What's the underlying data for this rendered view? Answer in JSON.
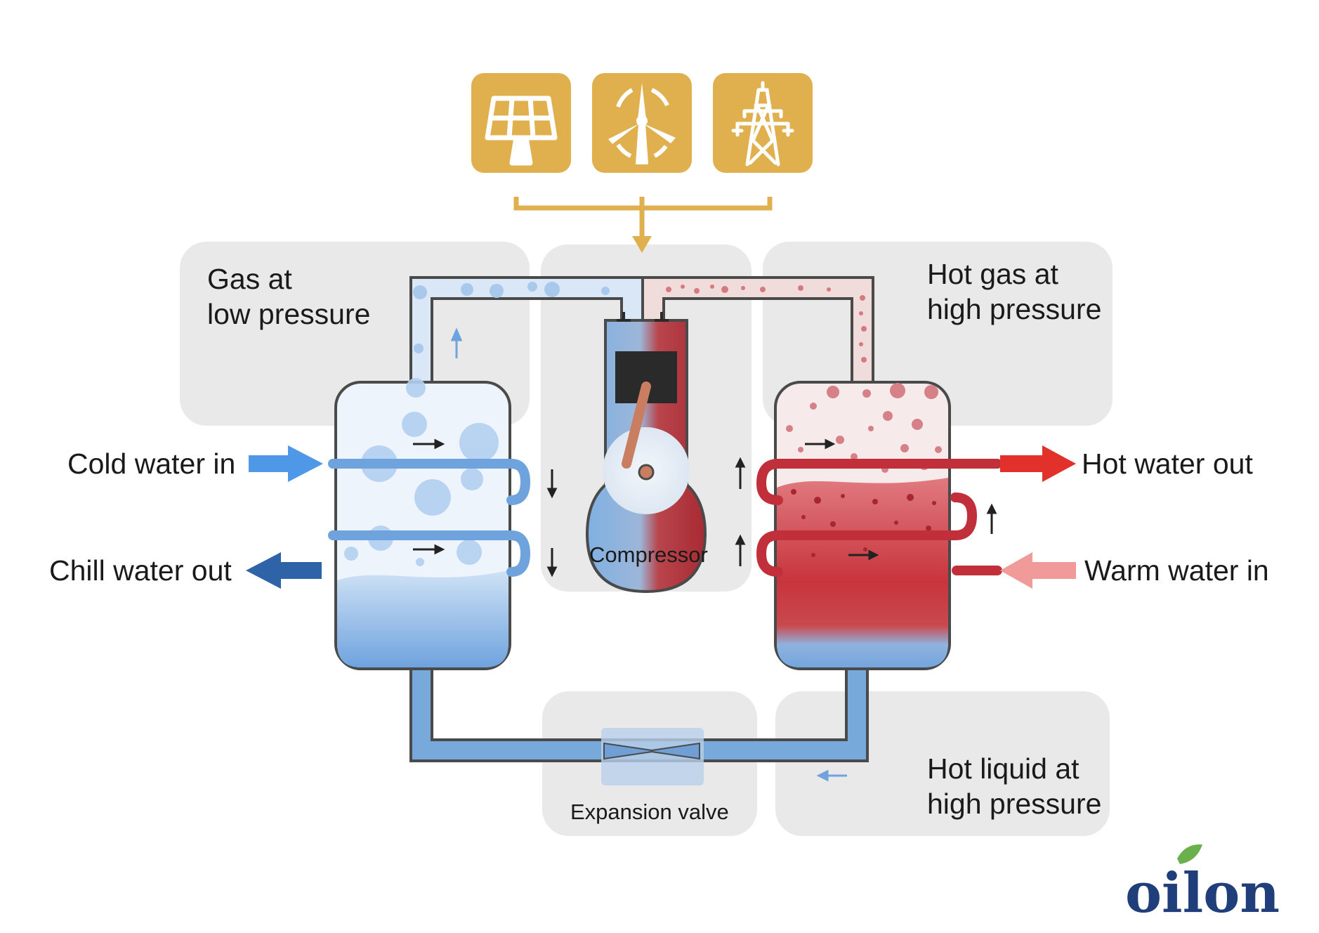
{
  "energy_sources": [
    {
      "icon": "solar-panel-icon"
    },
    {
      "icon": "wind-turbine-icon"
    },
    {
      "icon": "power-pylon-icon"
    }
  ],
  "labels": {
    "gas_low_line1": "Gas at",
    "gas_low_line2": "low pressure",
    "hot_gas_line1": "Hot gas at",
    "hot_gas_line2": "high pressure",
    "hot_liquid_line1": "Hot liquid at",
    "hot_liquid_line2": "high pressure",
    "compressor": "Compressor",
    "expansion_valve": "Expansion valve",
    "cold_water_in": "Cold water in",
    "chill_water_out": "Chill water out",
    "hot_water_out": "Hot water out",
    "warm_water_in": "Warm water in"
  },
  "logo": {
    "text": "oilon"
  },
  "colors": {
    "energy_gold": "#e0b04f",
    "panel_gray": "#e9e9e9",
    "cold_blue": "#4f98e8",
    "chill_blue": "#2f63a8",
    "hot_red": "#e2302a",
    "warm_pink": "#f09a9a",
    "refrigerant_blue": "#78a9db",
    "refrigerant_red": "#b8323a",
    "logo_navy": "#1f3e7a",
    "logo_leaf": "#6ab04c"
  }
}
